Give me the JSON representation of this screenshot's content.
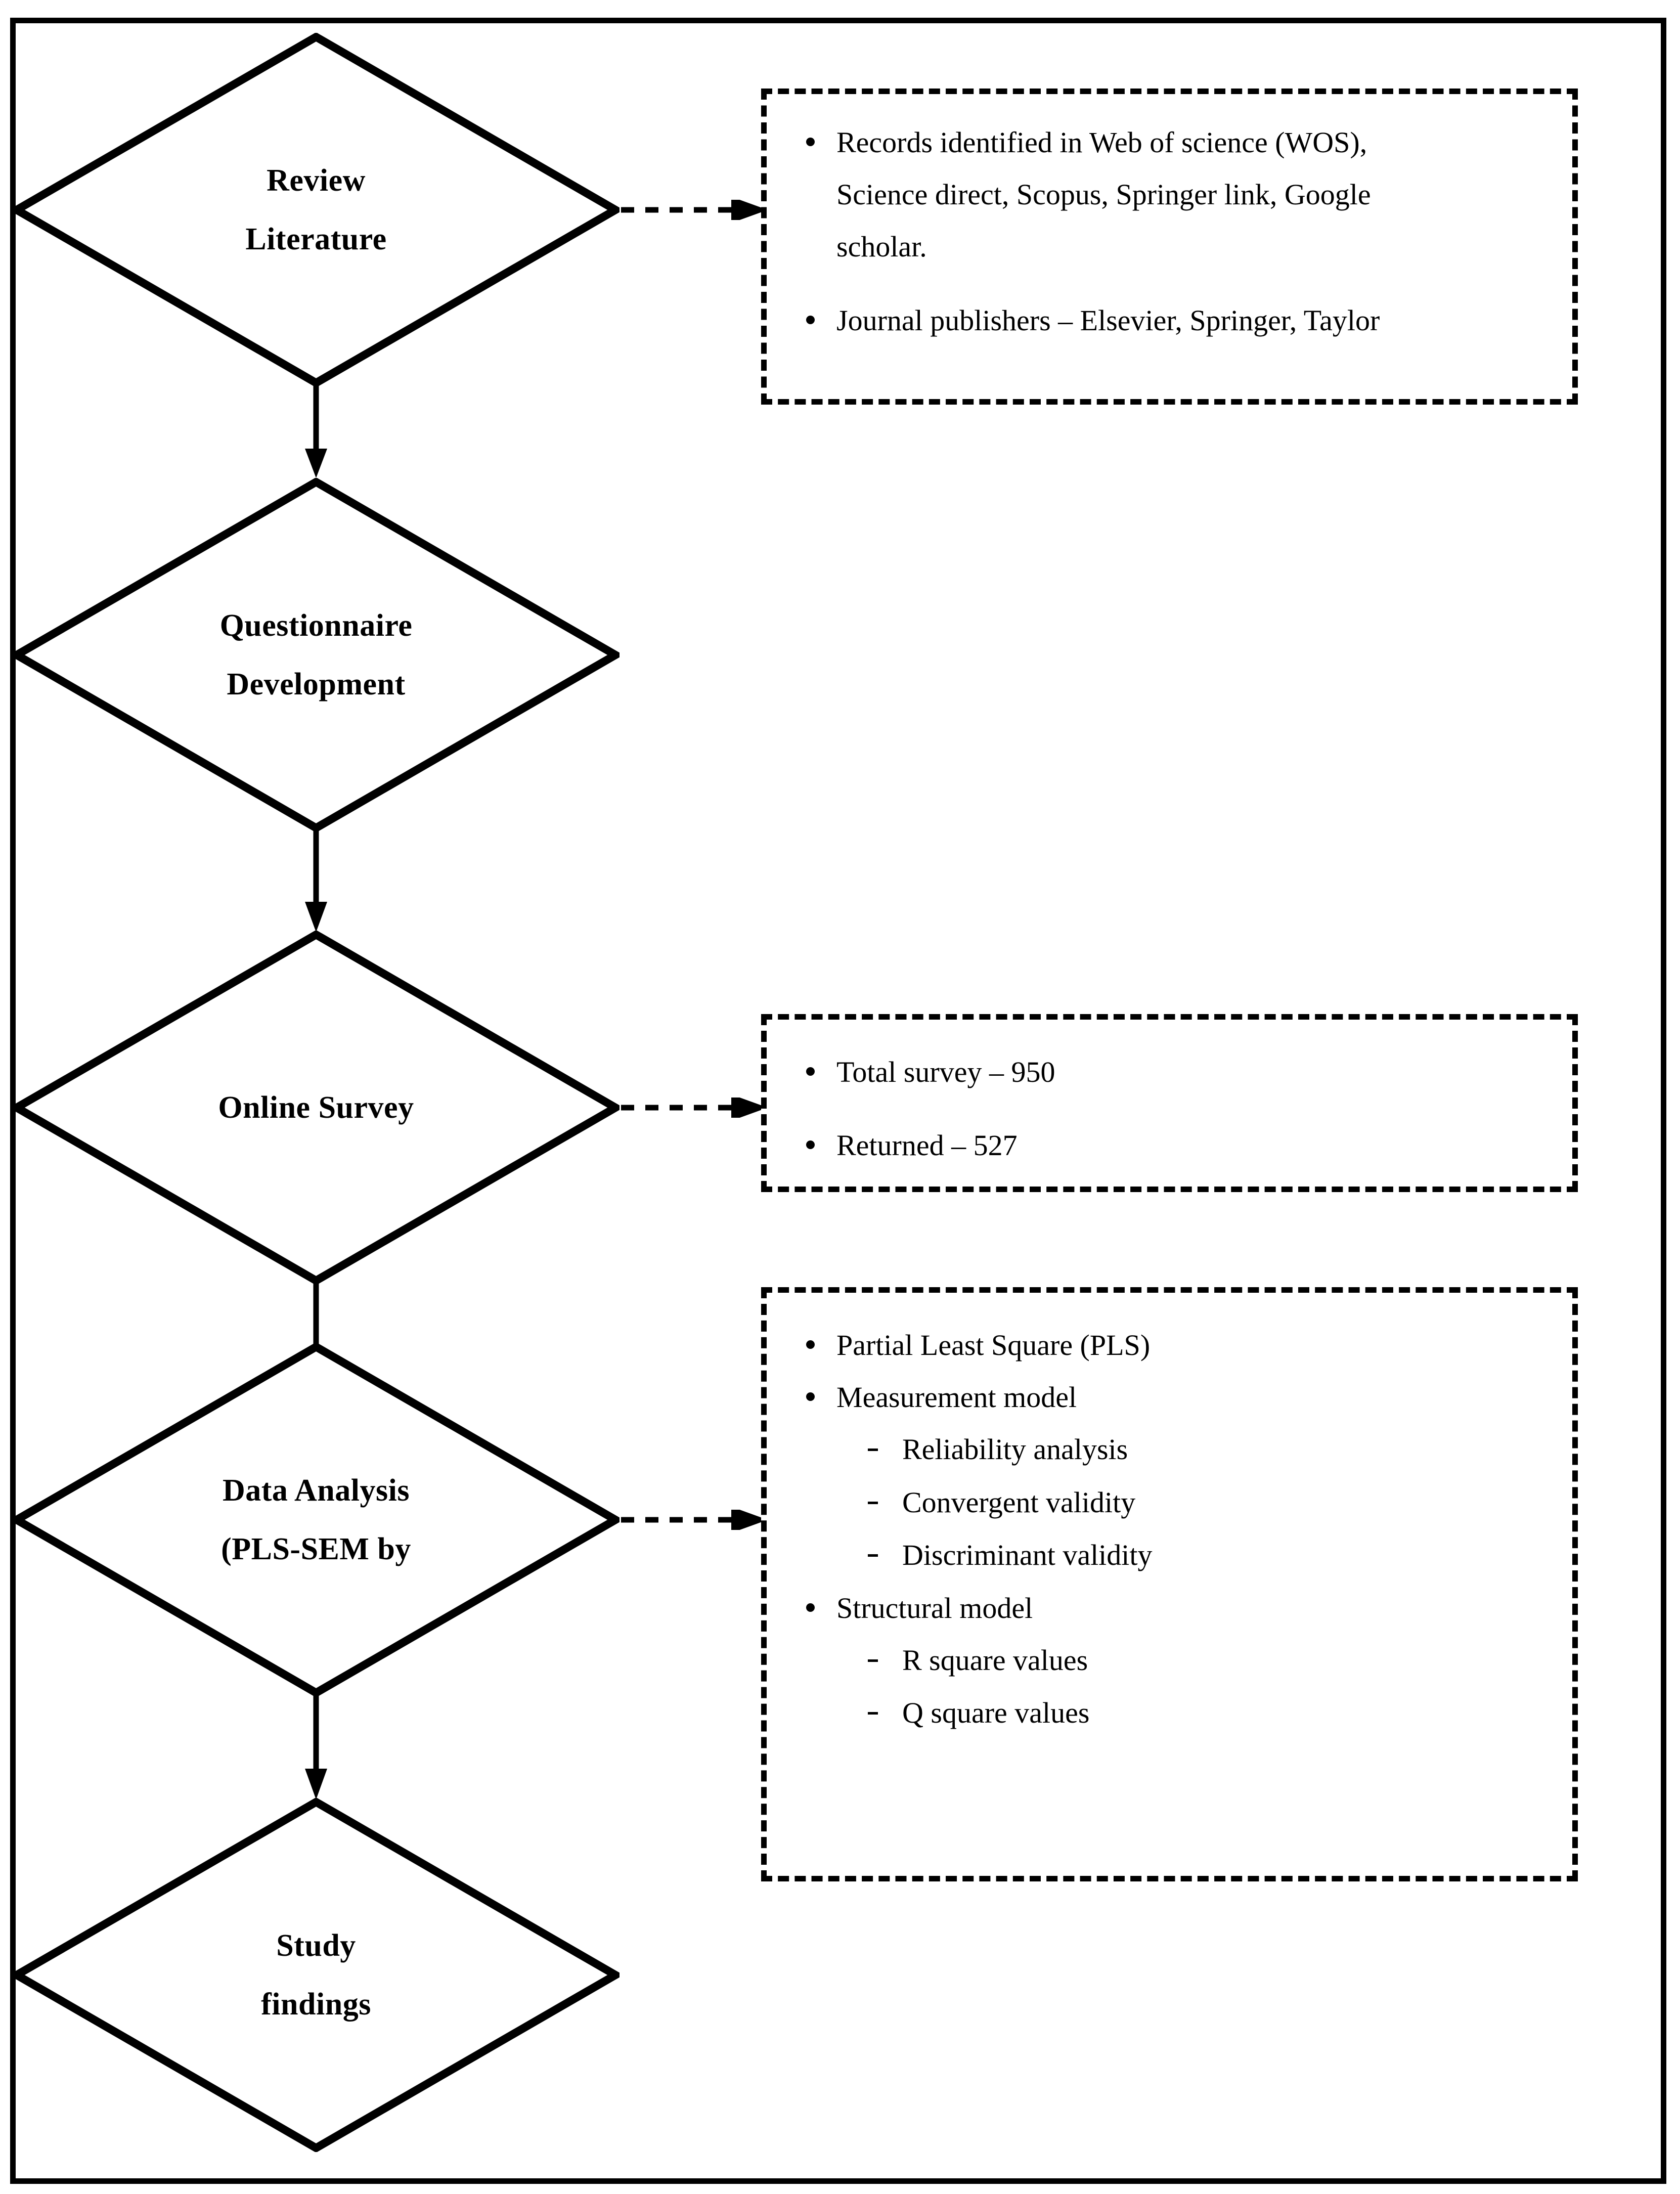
{
  "figure": {
    "type": "research-methodology-flowchart",
    "orientation": "vertical",
    "frame_color": "#000000",
    "background_color": "#ffffff"
  },
  "flow": {
    "nodes": [
      {
        "id": "review-literature",
        "shape": "diamond",
        "lines": [
          "Review",
          "Literature"
        ]
      },
      {
        "id": "questionnaire-development",
        "shape": "diamond",
        "lines": [
          "Questionnaire",
          "Development"
        ]
      },
      {
        "id": "online-survey",
        "shape": "diamond",
        "lines": [
          "Online Survey"
        ]
      },
      {
        "id": "data-analysis",
        "shape": "diamond",
        "lines": [
          "Data Analysis",
          "(PLS-SEM by"
        ]
      },
      {
        "id": "study-findings",
        "shape": "diamond",
        "lines": [
          "Study",
          "findings"
        ]
      }
    ],
    "connectors": [
      {
        "from": "review-literature",
        "to": "questionnaire-development",
        "style": "solid",
        "direction": "down"
      },
      {
        "from": "questionnaire-development",
        "to": "online-survey",
        "style": "solid",
        "direction": "down"
      },
      {
        "from": "online-survey",
        "to": "data-analysis",
        "style": "solid",
        "direction": "down"
      },
      {
        "from": "data-analysis",
        "to": "study-findings",
        "style": "solid",
        "direction": "down"
      },
      {
        "from": "review-literature",
        "to": "note-sources",
        "style": "dashed",
        "direction": "right"
      },
      {
        "from": "online-survey",
        "to": "note-survey",
        "style": "dashed",
        "direction": "right"
      },
      {
        "from": "data-analysis",
        "to": "note-analysis",
        "style": "dashed",
        "direction": "right"
      }
    ]
  },
  "notes": {
    "sources": {
      "id": "note-sources",
      "border": "dashed",
      "bullets": [
        {
          "marker": "disc",
          "lines": [
            "Records identified in Web of science (WOS),",
            "Science direct, Scopus, Springer link, Google",
            "scholar."
          ]
        },
        {
          "marker": "disc",
          "lines": [
            "Journal publishers – Elsevier, Springer, Taylor"
          ]
        }
      ]
    },
    "survey": {
      "id": "note-survey",
      "border": "dashed",
      "bullets": [
        {
          "marker": "disc",
          "lines": [
            "Total survey – 950"
          ]
        },
        {
          "marker": "disc",
          "lines": [
            "Returned – 527"
          ]
        }
      ]
    },
    "analysis": {
      "id": "note-analysis",
      "border": "dashed",
      "bullets": [
        {
          "marker": "disc",
          "lines": [
            "Partial Least Square (PLS)"
          ],
          "subitems": []
        },
        {
          "marker": "disc",
          "lines": [
            "Measurement model"
          ],
          "subitems": [
            "Reliability analysis",
            "Convergent validity",
            "Discriminant validity"
          ]
        },
        {
          "marker": "disc",
          "lines": [
            "Structural model"
          ],
          "subitems": [
            "R square values",
            "Q square values"
          ]
        }
      ]
    }
  }
}
